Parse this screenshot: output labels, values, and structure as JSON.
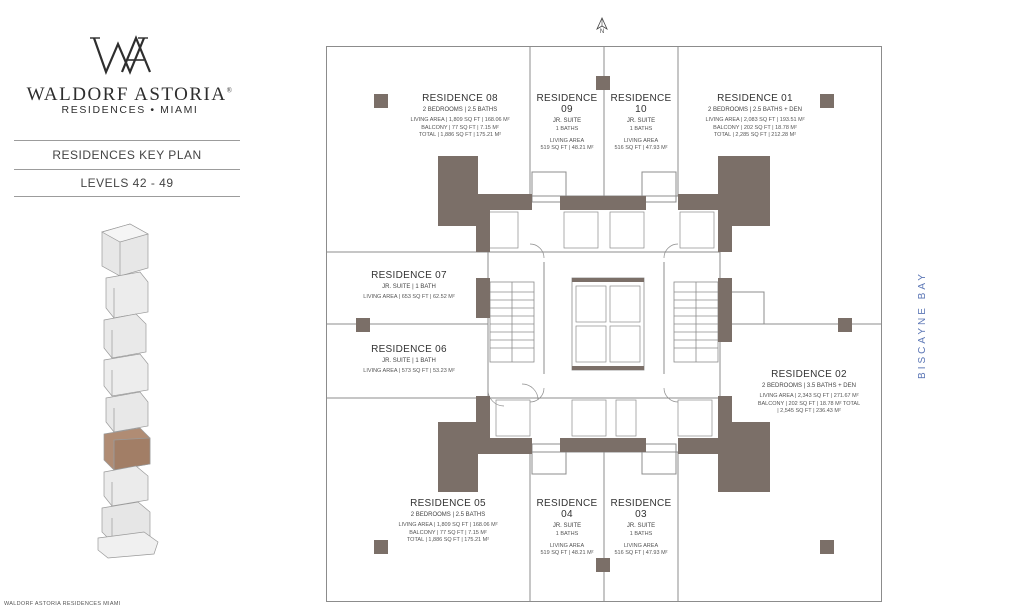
{
  "brand": {
    "name": "WALDORF ASTORIA",
    "registered": "®",
    "subtitle": "RESIDENCES • MIAMI"
  },
  "plan_header": {
    "title": "RESIDENCES KEY PLAN",
    "levels": "LEVELS 42 - 49"
  },
  "compass": {
    "label": "N"
  },
  "bay_label": "BISCAYNE BAY",
  "footer": "WALDORF ASTORIA RESIDENCES MIAMI",
  "colors": {
    "core": "#7b6f68",
    "wall": "#8c8c8c",
    "highlight": "#b08c74",
    "bay_text": "#5b76b5"
  },
  "residences": {
    "r08": {
      "name": "RESIDENCE 08",
      "type": "2 BEDROOMS  |  2.5 BATHS",
      "l1": "LIVING AREA  |  1,809 SQ FT  |  168.06 M²",
      "l2": "BALCONY  |  77 SQ FT  |  7.15 M²",
      "l3": "TOTAL  |  1,886 SQ FT  |  175.21 M²"
    },
    "r09": {
      "name": "RESIDENCE 09",
      "type": "JR. SUITE",
      "baths": "1 BATHS",
      "l1": "LIVING AREA",
      "l2": "519 SQ FT  |  48.21 M²"
    },
    "r10": {
      "name": "RESIDENCE 10",
      "type": "JR. SUITE",
      "baths": "1 BATHS",
      "l1": "LIVING AREA",
      "l2": "516 SQ FT  |  47.93 M²"
    },
    "r01": {
      "name": "RESIDENCE 01",
      "type": "2 BEDROOMS  |  2.5 BATHS + DEN",
      "l1": "LIVING AREA  |  2,083 SQ FT  |  193.51 M²",
      "l2": "BALCONY  |  202 SQ FT  |  18.78 M²",
      "l3": "TOTAL  |  2,285 SQ FT  |  212.28 M²"
    },
    "r07": {
      "name": "RESIDENCE 07",
      "type": "JR. SUITE  |  1 BATH",
      "l1": "LIVING AREA  |  653 SQ FT  |  62.52 M²"
    },
    "r06": {
      "name": "RESIDENCE 06",
      "type": "JR. SUITE  |  1 BATH",
      "l1": "LIVING AREA  |  573 SQ FT  |  53.23 M²"
    },
    "r02": {
      "name": "RESIDENCE 02",
      "type": "2 BEDROOMS  |  3.5 BATHS + DEN",
      "l1": "LIVING AREA  |  2,343 SQ FT  |  271.67 M²",
      "l2": "BALCONY  |  202 SQ FT  |  18.78 M² TOTAL",
      "l3": "|  2,545 SQ FT  |  236.43 M²"
    },
    "r05": {
      "name": "RESIDENCE 05",
      "type": "2 BEDROOMS  |  2.5 BATHS",
      "l1": "LIVING AREA  |  1,809 SQ FT  |  168.06 M²",
      "l2": "BALCONY  |  77 SQ FT  |  7.15 M²",
      "l3": "TOTAL  |  1,886 SQ FT  |  175.21 M²"
    },
    "r04": {
      "name": "RESIDENCE 04",
      "type": "JR. SUITE",
      "baths": "1 BATHS",
      "l1": "LIVING AREA",
      "l2": "519 SQ FT  |  48.21 M²"
    },
    "r03": {
      "name": "RESIDENCE 03",
      "type": "JR. SUITE",
      "baths": "1 BATHS",
      "l1": "LIVING AREA",
      "l2": "516 SQ FT  |  47.93 M²"
    }
  }
}
